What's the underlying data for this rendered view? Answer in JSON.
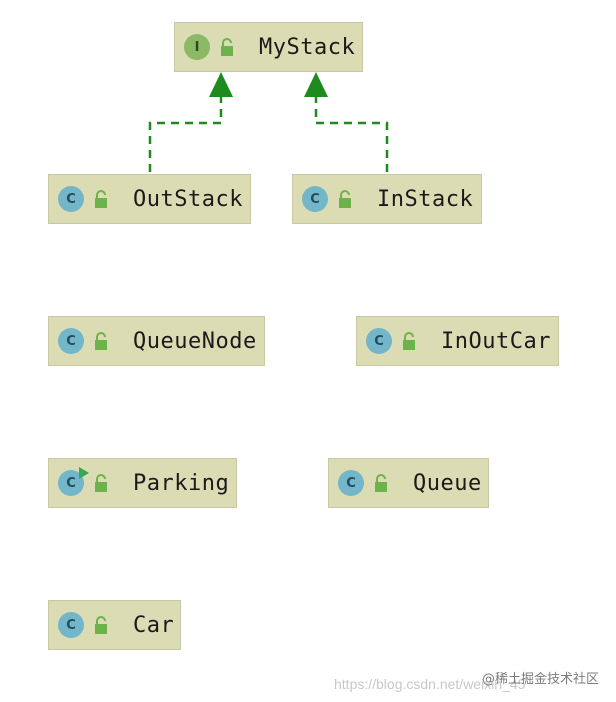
{
  "diagram": {
    "nodes": [
      {
        "id": "mystack",
        "kind": "interface",
        "badge": "I",
        "name": "MyStack"
      },
      {
        "id": "outstack",
        "kind": "class",
        "badge": "C",
        "name": "OutStack"
      },
      {
        "id": "instack",
        "kind": "class",
        "badge": "C",
        "name": "InStack"
      },
      {
        "id": "queuenode",
        "kind": "class",
        "badge": "C",
        "name": "QueueNode"
      },
      {
        "id": "inoutcar",
        "kind": "class",
        "badge": "C",
        "name": "InOutCar"
      },
      {
        "id": "parking",
        "kind": "class",
        "badge": "C",
        "name": "Parking"
      },
      {
        "id": "queue",
        "kind": "class",
        "badge": "C",
        "name": "Queue"
      },
      {
        "id": "car",
        "kind": "class",
        "badge": "C",
        "name": "Car"
      }
    ],
    "edges": [
      {
        "from": "outstack",
        "to": "mystack",
        "type": "implements"
      },
      {
        "from": "instack",
        "to": "mystack",
        "type": "implements"
      }
    ],
    "colors": {
      "box_fill": "#dcdcb4",
      "interface_badge": "#8cb966",
      "class_badge": "#74b6c9",
      "edge": "#1f8b1f"
    }
  },
  "watermark": {
    "url": "https://blog.csdn.net/weixin_45",
    "brand": "@稀土掘金技术社区"
  }
}
